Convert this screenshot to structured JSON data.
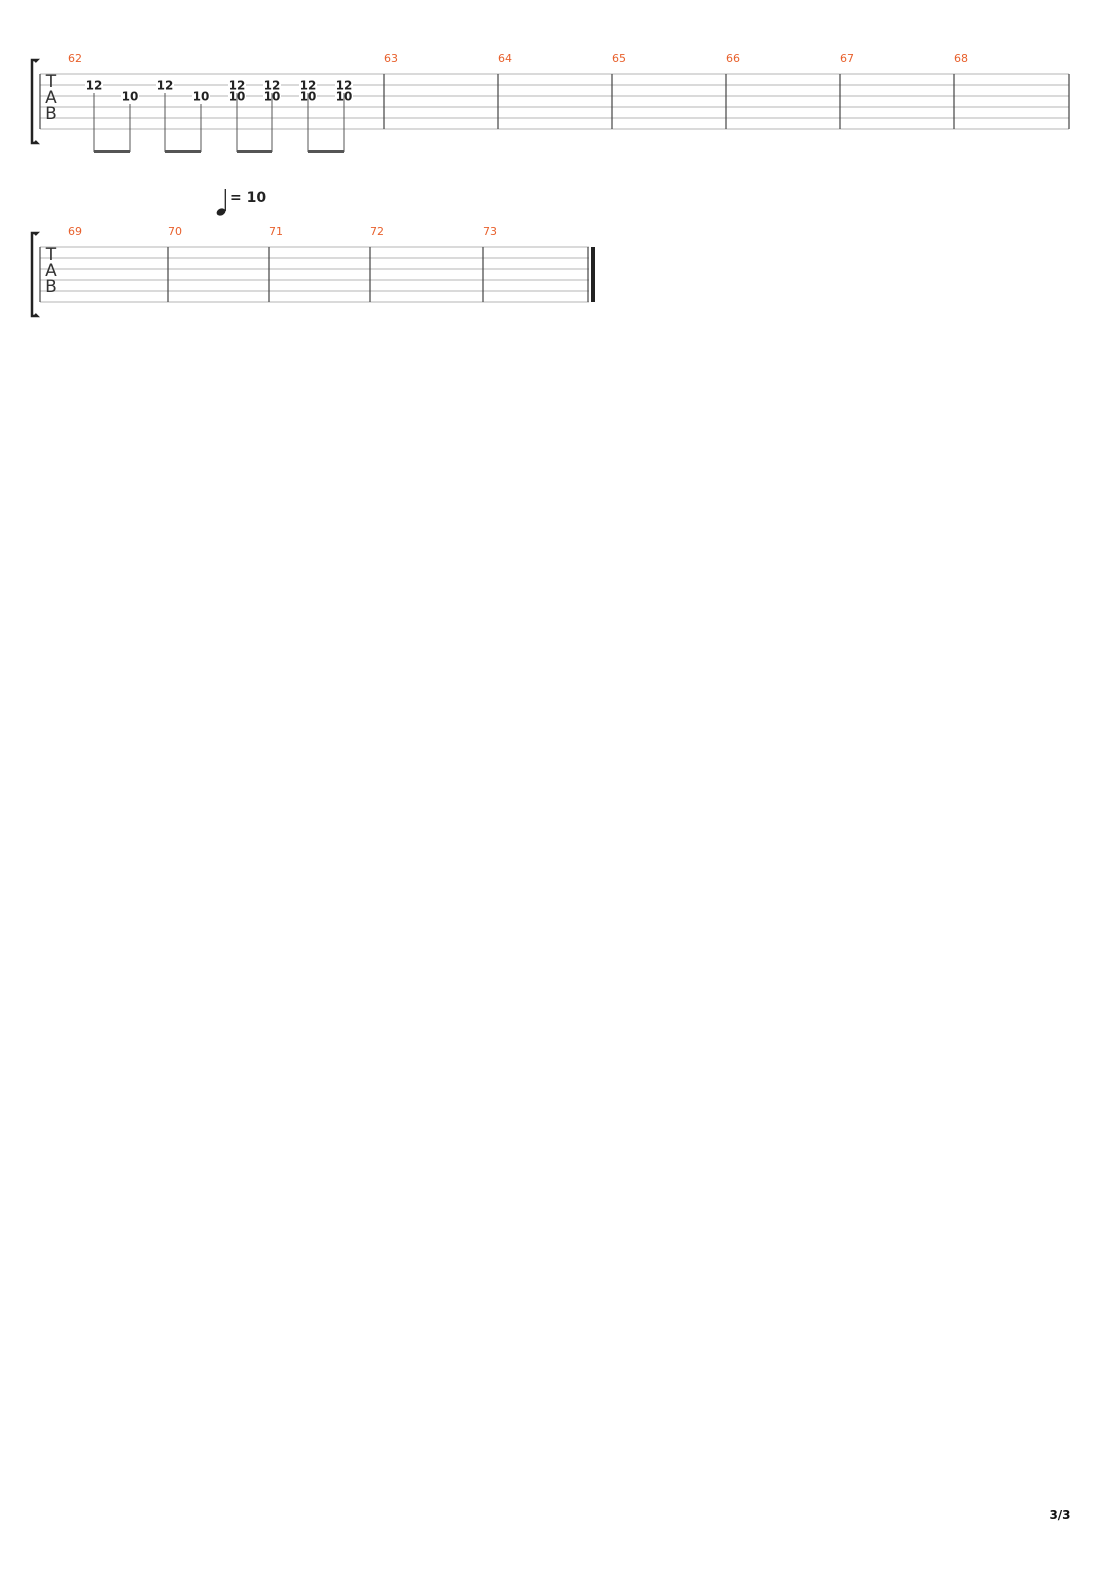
{
  "score": {
    "tab_clef": [
      "T",
      "A",
      "B"
    ],
    "colors": {
      "measure_number": "#e8602c",
      "staff_line": "#b4b4b4",
      "barline": "#444444",
      "fret_text": "#222222",
      "beam": "#555555",
      "bracket": "#222222"
    },
    "tempo_marking": {
      "note_icon": "quarter-note-icon",
      "text": "= 10"
    },
    "systems": [
      {
        "measures": [
          {
            "number": "62",
            "beats": [
              {
                "notes": [
                  {
                    "string": 2,
                    "fret": "12"
                  }
                ]
              },
              {
                "notes": [
                  {
                    "string": 3,
                    "fret": "10"
                  }
                ]
              },
              {
                "notes": [
                  {
                    "string": 2,
                    "fret": "12"
                  }
                ]
              },
              {
                "notes": [
                  {
                    "string": 3,
                    "fret": "10"
                  }
                ]
              },
              {
                "notes": [
                  {
                    "string": 2,
                    "fret": "12"
                  },
                  {
                    "string": 3,
                    "fret": "10"
                  }
                ]
              },
              {
                "notes": [
                  {
                    "string": 2,
                    "fret": "12"
                  },
                  {
                    "string": 3,
                    "fret": "10"
                  }
                ]
              },
              {
                "notes": [
                  {
                    "string": 2,
                    "fret": "12"
                  },
                  {
                    "string": 3,
                    "fret": "10"
                  }
                ]
              },
              {
                "notes": [
                  {
                    "string": 2,
                    "fret": "12"
                  },
                  {
                    "string": 3,
                    "fret": "10"
                  }
                ]
              }
            ],
            "beam_groups": [
              [
                0,
                1
              ],
              [
                2,
                3
              ],
              [
                4,
                5
              ],
              [
                6,
                7
              ]
            ]
          },
          {
            "number": "63",
            "beats": []
          },
          {
            "number": "64",
            "beats": []
          },
          {
            "number": "65",
            "beats": []
          },
          {
            "number": "66",
            "beats": []
          },
          {
            "number": "67",
            "beats": []
          },
          {
            "number": "68",
            "beats": []
          }
        ]
      },
      {
        "measures": [
          {
            "number": "69",
            "beats": []
          },
          {
            "number": "70",
            "beats": []
          },
          {
            "number": "71",
            "beats": []
          },
          {
            "number": "72",
            "beats": []
          },
          {
            "number": "73",
            "beats": []
          }
        ],
        "final_barline": true
      }
    ]
  },
  "footer": {
    "page_number": "3/3"
  }
}
